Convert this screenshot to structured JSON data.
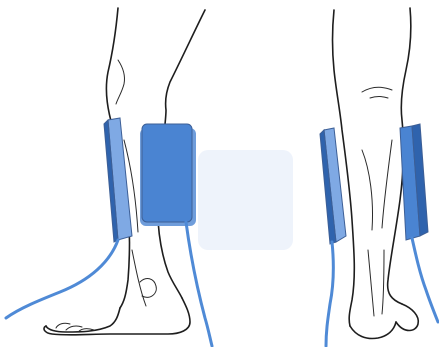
{
  "colors": {
    "background": "#ffffff",
    "pad_face": "#4a84d2",
    "pad_side": "#7fa9e4",
    "pad_shadow": "#2f63ad",
    "cable": "#4f8ad6",
    "outline": "#1e1e1e",
    "soft_glow": "#e9f0fb"
  },
  "figures": [
    {
      "name": "side-view-leg",
      "electrodes": 2
    },
    {
      "name": "rear-view-leg",
      "electrodes": 2
    }
  ]
}
